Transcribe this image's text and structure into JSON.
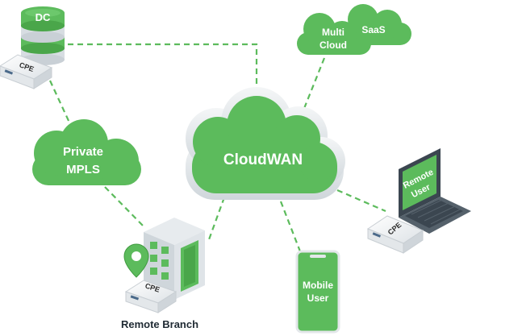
{
  "colors": {
    "accent_green": "#5cbb5c",
    "connector_green": "#5cbb5c",
    "device_grey": "#e7ebee",
    "text_dark": "#1f2a33"
  },
  "nodes": {
    "dc": {
      "label": "DC",
      "cpe_label": "CPE"
    },
    "mpls": {
      "line1": "Private",
      "line2": "MPLS"
    },
    "multicloud": {
      "line1": "Multi",
      "line2": "Cloud"
    },
    "saas": {
      "label": "SaaS"
    },
    "cloudwan": {
      "label": "CloudWAN"
    },
    "remote_user": {
      "line1": "Remote",
      "line2": "User",
      "cpe_label": "CPE"
    },
    "mobile_user": {
      "line1": "Mobile",
      "line2": "User"
    },
    "remote_branch": {
      "label": "Remote Branch",
      "cpe_label": "CPE"
    }
  },
  "icons": [
    "database-icon",
    "cloud-icon",
    "laptop-icon",
    "smartphone-icon",
    "building-icon",
    "location-pin-icon",
    "cpe-router-icon"
  ]
}
